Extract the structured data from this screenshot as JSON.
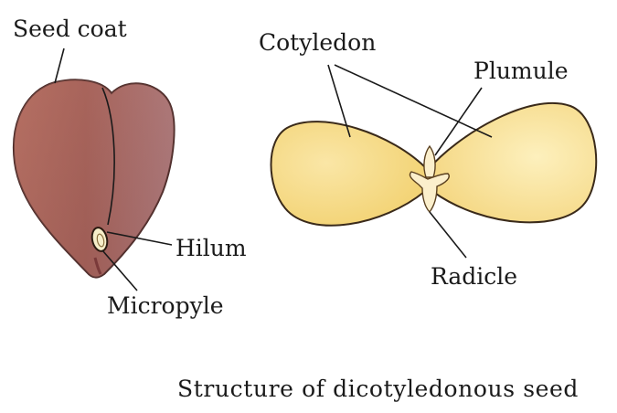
{
  "labels": {
    "seed_coat": "Seed coat",
    "hilum": "Hilum",
    "micropyle": "Micropyle",
    "cotyledon": "Cotyledon",
    "plumule": "Plumule",
    "radicle": "Radicle"
  },
  "caption": "Structure of dicotyledonous seed",
  "colors": {
    "seed_coat_dark": "#a8655c",
    "seed_coat_light": "#b07b7c",
    "cotyledon_fill": "#f7dc84",
    "cotyledon_stroke": "#3a2a1a",
    "embryo_fill": "#fbefcc"
  }
}
